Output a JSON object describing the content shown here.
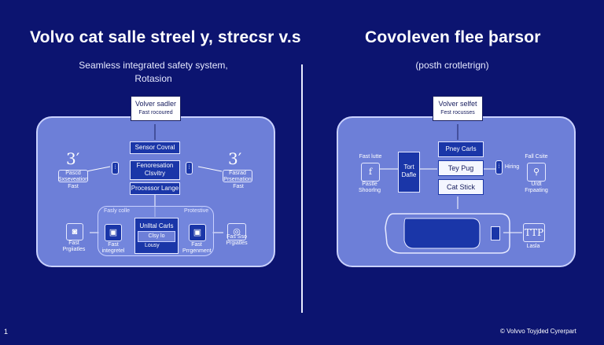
{
  "left": {
    "title": "Volvo cat salle streel y, strecsr v.s",
    "subtitle_line1": "Seamless integrated safety system,",
    "subtitle_line2": "Rotasion",
    "top_card": {
      "line1": "Volver sadler",
      "line2": "Fast rocoured"
    },
    "box_top": "Sensor Covral",
    "box_mid_line1": "Fenoresation",
    "box_mid_line2": "Clsvitry",
    "box_bottom": "Processor Lange",
    "left_label": "Fast",
    "left_sub_line1": "Pascd",
    "left_sub_line2": "Sxseveation",
    "right_sub_line1": "Fasrad",
    "right_sub_line2": "Prsemation",
    "right_label": "Fast",
    "inner_title_left": "Fasly colle",
    "inner_title_right": "Protestive",
    "unit_line1": "Unlltal Carls",
    "unit_line2": "Clsy lo",
    "unit_button": "Lousy",
    "left_cam_line1": "Fast",
    "left_cam_line2": "integretel",
    "right_cam_line1": "Fast",
    "right_cam_line2": "Prrgenment",
    "far_left_label": "Fast",
    "far_left_sub": "Prgiiatles",
    "far_right_line1": "Fas Sso",
    "far_right_line2": "Prgiatles"
  },
  "right": {
    "title": "Covoleven flee þarsor",
    "subtitle": "(posth crotletrign)",
    "top_card": {
      "line1": "Volver selfet",
      "line2": "Fest rocusses"
    },
    "left_label_line1": "Fast lutte",
    "left_glyph": "f",
    "left_sub_line1": "Pastle",
    "left_sub_line2": "Shoorlng",
    "center_line1": "Tort",
    "center_line2": "Dafle",
    "box1": "Pney Carls",
    "box2": "Tey Pug",
    "box3": "Cat Stick",
    "right_small": "Hiring",
    "right_label": "Fall Csite",
    "right_sub_line1": "Urdt",
    "right_sub_line2": "Frpaating",
    "tip_box": "TTP",
    "tip_label": "Lasla"
  },
  "footer": {
    "page_number": "1",
    "copyright": "© Volvvo Toyjded Cyrerpart"
  },
  "colors": {
    "background": "#0c1470",
    "panel": "#6d7fd8",
    "dark_box": "#1a36a8"
  }
}
